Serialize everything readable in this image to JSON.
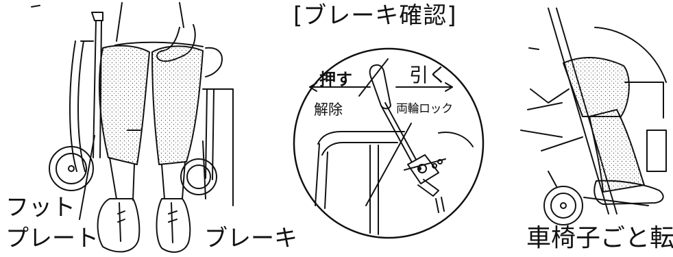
{
  "title": "[ブレーキ確認]",
  "labels": {
    "foot_plate_line1": "フット",
    "foot_plate_line2": "プレート",
    "brake": "ブレーキ",
    "tip_over": "車椅子ごと転倒"
  },
  "detail": {
    "push": "押す",
    "release": "解除",
    "pull": "引く",
    "lock": "両輪ロック"
  }
}
